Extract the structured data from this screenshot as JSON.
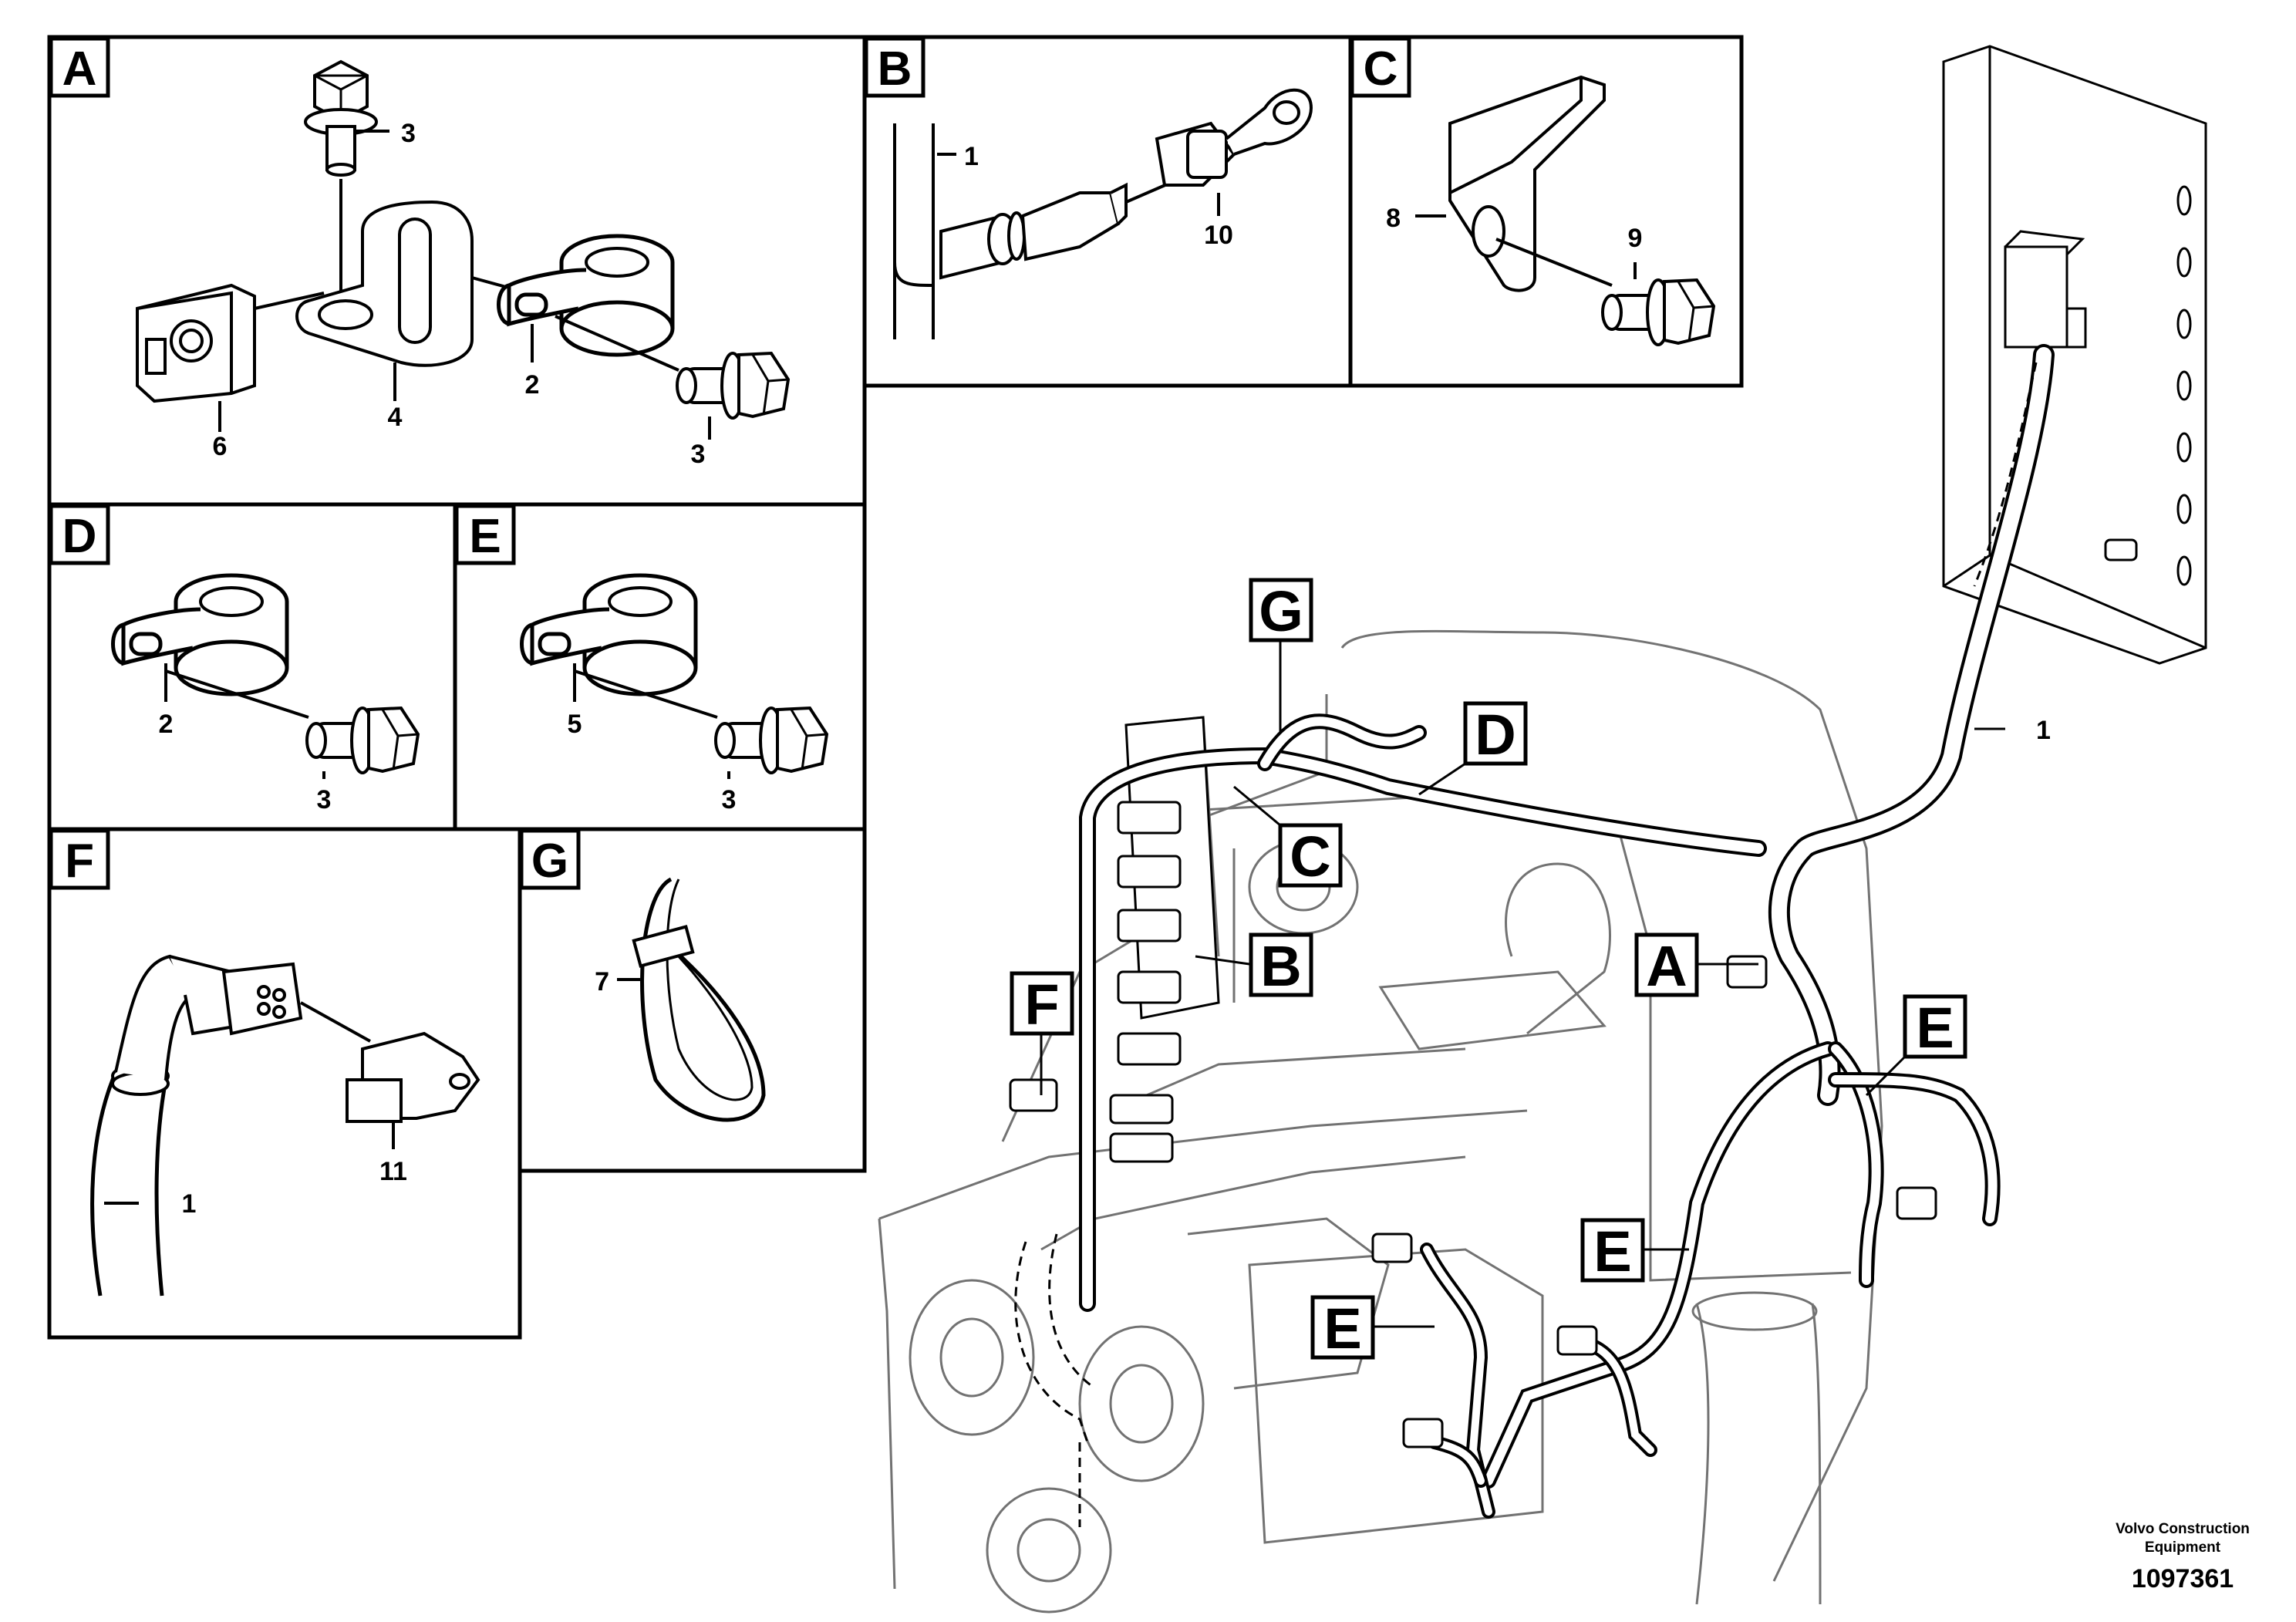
{
  "panels": {
    "A": {
      "letter": "A",
      "labels": {
        "n3_top": "3",
        "n6": "6",
        "n4": "4",
        "n2": "2",
        "n3_bottom": "3"
      }
    },
    "B": {
      "letter": "B",
      "labels": {
        "n1": "1",
        "n10": "10"
      }
    },
    "C": {
      "letter": "C",
      "labels": {
        "n8": "8",
        "n9": "9"
      }
    },
    "D": {
      "letter": "D",
      "labels": {
        "n2": "2",
        "n3": "3"
      }
    },
    "E": {
      "letter": "E",
      "labels": {
        "n5": "5",
        "n3": "3"
      }
    },
    "F": {
      "letter": "F",
      "labels": {
        "n1": "1",
        "n11": "11"
      }
    },
    "G": {
      "letter": "G",
      "labels": {
        "n7": "7"
      }
    }
  },
  "main": {
    "callouts": {
      "G": "G",
      "D": "D",
      "C": "C",
      "B": "B",
      "A": "A",
      "F": "F",
      "E1": "E",
      "E2": "E",
      "E3": "E"
    },
    "harness_label": "1"
  },
  "footer": {
    "company_line1": "Volvo Construction",
    "company_line2": "Equipment",
    "doc_number": "1097361"
  }
}
